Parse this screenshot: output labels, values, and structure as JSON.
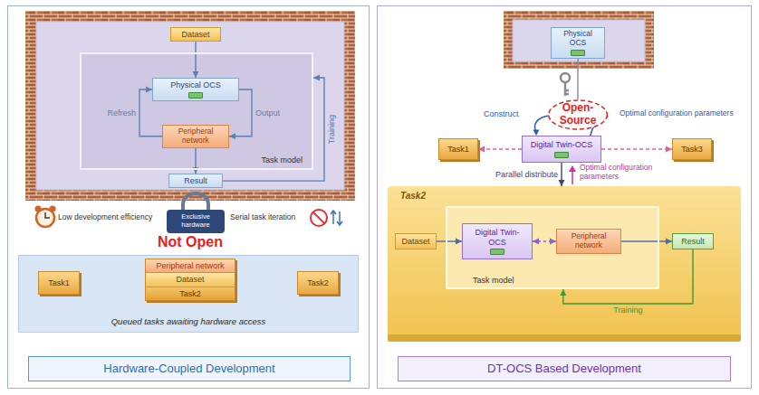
{
  "diagram": {
    "nodes": [
      {
        "text": [
          "Hardware-Coupled Development"
        ]
      },
      {
        "text": [
          "Dataset"
        ],
        "in": 0
      },
      {
        "text": [
          "Task model"
        ],
        "in": 0
      },
      {
        "text": [
          "Physical OCS"
        ],
        "in": 2
      },
      {
        "text": [
          "Peripheral network"
        ],
        "in": 2
      },
      {
        "text": [
          "Result"
        ],
        "in": 0
      },
      {
        "text": [
          "Queued tasks awaiting hardware access"
        ],
        "in": 0
      },
      {
        "text": [
          "Task1"
        ],
        "in": 6
      },
      {
        "text": [
          "Peripheral network",
          "Dataset",
          "Task2"
        ],
        "in": 6
      },
      {
        "text": [
          "Task2"
        ],
        "in": 6
      },
      {
        "text": [
          "DT-OCS Based Development"
        ]
      },
      {
        "text": [
          "Physical OCS"
        ],
        "in": 10
      },
      {
        "text": [
          "Open-Source"
        ],
        "in": 10
      },
      {
        "text": [
          "Task1"
        ],
        "in": 10
      },
      {
        "text": [
          "Digital Twin-OCS"
        ],
        "in": 10
      },
      {
        "text": [
          "Task3"
        ],
        "in": 10
      },
      {
        "text": [
          "Task2"
        ],
        "in": 10
      },
      {
        "text": [
          "Task model"
        ],
        "in": 16
      },
      {
        "text": [
          "Dataset"
        ],
        "in": 16
      },
      {
        "text": [
          "Digital Twin-OCS"
        ],
        "in": 17
      },
      {
        "text": [
          "Peripheral network"
        ],
        "in": 17
      },
      {
        "text": [
          "Result"
        ],
        "in": 16
      }
    ],
    "edges": [
      {
        "from": 1,
        "to": 3,
        "arrow": "to"
      },
      {
        "from": 3,
        "to": 4,
        "label": "Output",
        "arrow": "to"
      },
      {
        "from": 4,
        "to": 3,
        "label": "Refresh",
        "arrow": "to"
      },
      {
        "from": 4,
        "to": 5,
        "arrow": "to"
      },
      {
        "from": 5,
        "to": 2,
        "label": "Training",
        "arrow": "to"
      },
      {
        "from": 11,
        "to": 12,
        "arrow": "none"
      },
      {
        "from": 14,
        "to": 13,
        "arrow": "to"
      },
      {
        "from": 14,
        "to": 15,
        "arrow": "to"
      },
      {
        "from": 14,
        "to": 16,
        "label": "Parallel distribute",
        "arrow": "to"
      },
      {
        "from": 18,
        "to": 19,
        "arrow": "to"
      },
      {
        "from": 19,
        "to": 20,
        "arrow": "both"
      },
      {
        "from": 20,
        "to": 21,
        "arrow": "to"
      },
      {
        "from": 21,
        "to": 17,
        "label": "Training",
        "arrow": "to"
      }
    ],
    "labels": [
      "Low development efficiency",
      "Exclusive hardware",
      "Serial task iteration",
      "Not Open",
      "Construct",
      "Optimal configuration parameters",
      "Optimal configuration parameters"
    ]
  }
}
